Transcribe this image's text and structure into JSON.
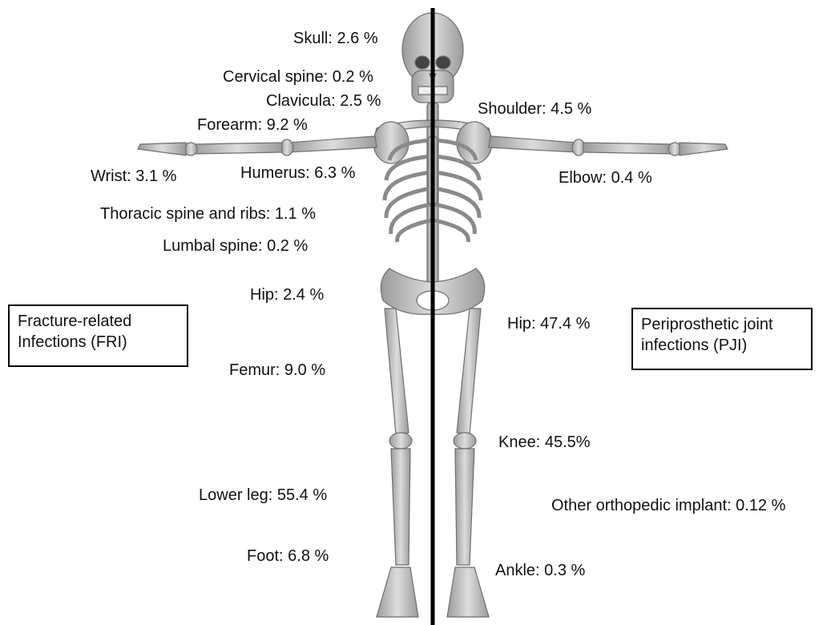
{
  "fri_box": {
    "line1": "Fracture-related",
    "line2": "Infections (FRI)"
  },
  "pji_box": {
    "line1": "Periprosthetic joint",
    "line2": "infections (PJI)"
  },
  "fri_labels": {
    "skull": "Skull: 2.6 %",
    "cervical_spine": "Cervical spine: 0.2  %",
    "clavicula": "Clavicula: 2.5  %",
    "forearm": "Forearm: 9.2  %",
    "wrist": "Wrist: 3.1  %",
    "humerus": "Humerus: 6.3  %",
    "thoracic_spine": "Thoracic spine and ribs: 1.1  %",
    "lumbal_spine": "Lumbal spine: 0.2  %",
    "hip": "Hip: 2.4  %",
    "femur": "Femur: 9.0  %",
    "lower_leg": "Lower leg: 55.4  %",
    "foot": "Foot: 6.8  %"
  },
  "pji_labels": {
    "shoulder": "Shoulder: 4.5 %",
    "elbow": "Elbow: 0.4 %",
    "hip": "Hip: 47.4 %",
    "knee": "Knee: 45.5%",
    "other": "Other orthopedic implant: 0.12 %",
    "ankle": "Ankle: 0.3 %"
  },
  "colors": {
    "bone": "#c4c4c4",
    "bone_dark": "#8a8a8a",
    "divider": "#000000"
  }
}
